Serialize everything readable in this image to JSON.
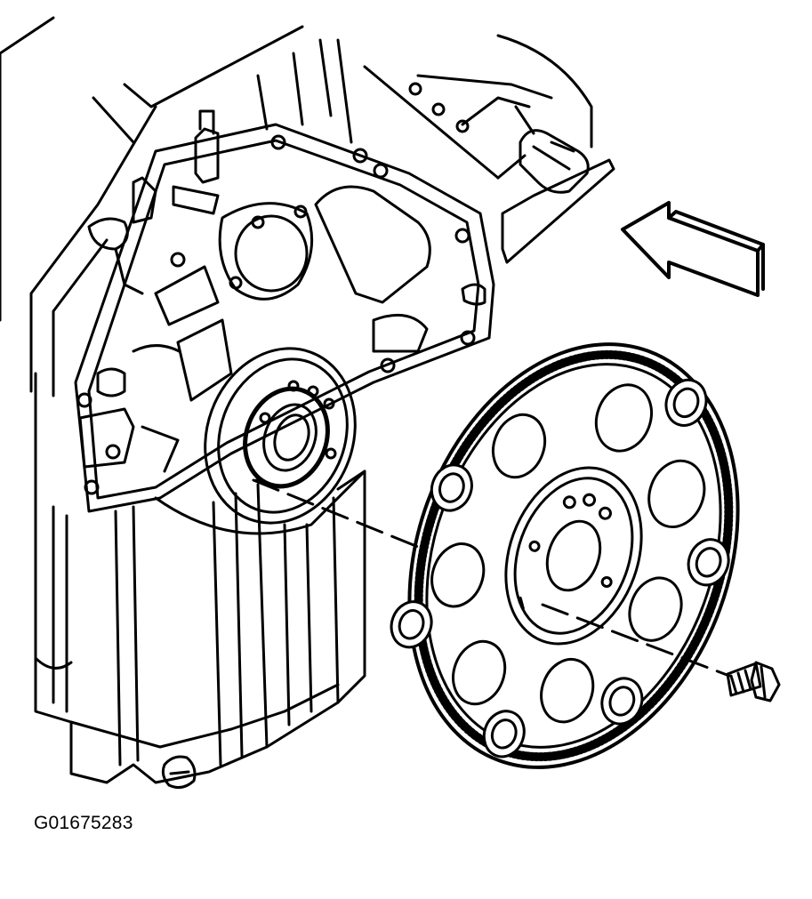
{
  "figure_id": "G01675283",
  "colors": {
    "ink": "#000000",
    "paper": "#ffffff",
    "shade": "#cfcfcf"
  },
  "parts": [
    "engine-block",
    "rear-main-seal-housing",
    "crankshaft-flange",
    "oil-pan",
    "flexplate",
    "flexplate-bolt",
    "direction-arrow"
  ]
}
